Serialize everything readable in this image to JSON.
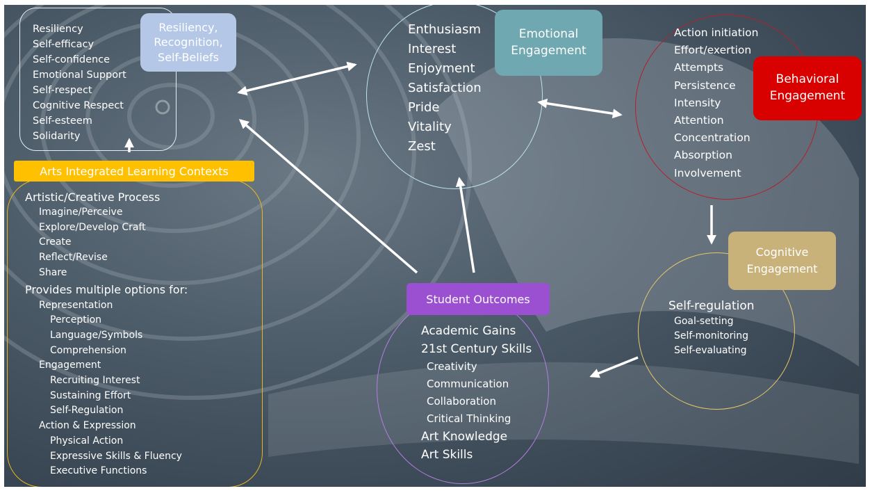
{
  "resiliency": {
    "header": "Resiliency, Recognition, Self-Beliefs",
    "items": [
      "Resiliency",
      "Self-efficacy",
      "Self-confidence",
      "Emotional Support",
      "Self-respect",
      "Cognitive Respect",
      "Self-esteem",
      "Solidarity"
    ]
  },
  "emotional": {
    "header": "Emotional Engagement",
    "items": [
      "Enthusiasm",
      "Interest",
      "Enjoyment",
      "Satisfaction",
      "Pride",
      "Vitality",
      "Zest"
    ]
  },
  "behavioral": {
    "header": "Behavioral Engagement",
    "items": [
      "Action initiation",
      "Effort/exertion",
      "Attempts",
      "Persistence",
      "Intensity",
      "Attention",
      "Concentration",
      "Absorption",
      "Involvement"
    ]
  },
  "arts": {
    "header": "Arts Integrated Learning Contexts",
    "process_title": "Artistic/Creative Process",
    "process_items": [
      "Imagine/Perceive",
      "Explore/Develop Craft",
      "Create",
      "Reflect/Revise",
      "Share"
    ],
    "options_title": "Provides multiple options for:",
    "representation": {
      "title": "Representation",
      "items": [
        "Perception",
        "Language/Symbols",
        "Comprehension"
      ]
    },
    "engagement": {
      "title": "Engagement",
      "items": [
        "Recruiting Interest",
        "Sustaining Effort",
        "Self-Regulation"
      ]
    },
    "action": {
      "title": "Action & Expression",
      "items": [
        "Physical Action",
        "Expressive Skills & Fluency",
        "Executive Functions"
      ]
    }
  },
  "outcomes": {
    "header": "Student Outcomes",
    "academic": "Academic Gains",
    "century_title": "21st Century Skills",
    "century_items": [
      "Creativity",
      "Communication",
      "Collaboration",
      "Critical Thinking"
    ],
    "art_knowledge": "Art Knowledge",
    "art_skills": "Art Skills"
  },
  "cognitive": {
    "header": "Cognitive Engagement",
    "title": "Self-regulation",
    "items": [
      "Goal-setting",
      "Self-monitoring",
      "Self-evaluating"
    ]
  },
  "colors": {
    "resiliency_box": "#b4c7e7",
    "emotional_box": "#6fa8b0",
    "behavioral_box": "#d90000",
    "arts_box": "#ffc000",
    "outcomes_box": "#9b4fd1",
    "cognitive_box": "#c9b27a"
  }
}
